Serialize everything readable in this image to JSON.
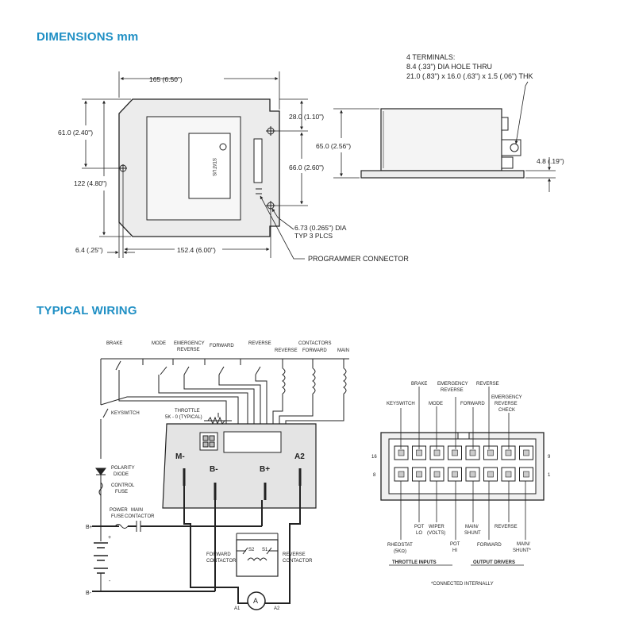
{
  "colors": {
    "heading": "#1f8fc4",
    "line": "#222222",
    "body_fill": "#ececec",
    "panel_fill": "#e4e4e4"
  },
  "dimensions": {
    "heading": "DIMENSIONS mm",
    "width_overall": "165 (6.50\")",
    "height_half": "61.0 (2.40\")",
    "height_overall": "122 (4.80\")",
    "mount_offset_top": "28.0 (1.10\")",
    "mount_spacing": "66.0 (2.60\")",
    "hole_size": "6.73 (0.265\") DIA",
    "hole_count": "TYP 3 PLCS",
    "edge_offset": "6.4 (.25\")",
    "hole_span": "152.4 (6.00\")",
    "status_label": "STATUS",
    "programmer_connector": "PROGRAMMER CONNECTOR",
    "side_height": "65.0 (2.56\")",
    "base_thickness": "4.8 (.19\")",
    "terminals": {
      "line1": "4 TERMINALS:",
      "line2": "8.4 (.33\") DIA HOLE THRU",
      "line3": "21.0 (.83\") x 16.0 (.63\") x 1.5 (.06\") THK"
    }
  },
  "wiring": {
    "heading": "TYPICAL WIRING",
    "switches": {
      "brake": "BRAKE",
      "mode": "MODE",
      "emergency_line1": "EMERGENCY",
      "emergency_line2": "REVERSE",
      "forward": "FORWARD",
      "reverse": "REVERSE"
    },
    "contactors": {
      "title": "CONTACTORS",
      "reverse": "REVERSE",
      "forward": "FORWARD",
      "main": "MAIN"
    },
    "keyswitch": "KEYSWITCH",
    "throttle_line1": "THROTTLE",
    "throttle_line2": "5K - 0 (TYPICAL)",
    "terminals": {
      "m_minus": "M-",
      "b_minus": "B-",
      "b_plus": "B+",
      "a2": "A2"
    },
    "polarity_diode_line1": "POLARITY",
    "polarity_diode_line2": "DIODE",
    "control_fuse_line1": "CONTROL",
    "control_fuse_line2": "FUSE",
    "power_fuse_line1": "POWER",
    "power_fuse_line2": "FUSE",
    "main_contactor_line1": "MAIN",
    "main_contactor_line2": "CONTACTOR",
    "battery_plus": "B+",
    "battery_minus": "B-",
    "plus_sign": "+",
    "minus_sign": "-",
    "forward_contactor_line1": "FORWARD",
    "forward_contactor_line2": "CONTACTOR",
    "reverse_contactor_line1": "REVERSE",
    "reverse_contactor_line2": "CONTACTOR",
    "s2": "S2",
    "s1": "S1",
    "armature": "A",
    "a1": "A1",
    "a2_label": "A2"
  },
  "connector": {
    "top_labels": {
      "keyswitch": "KEYSWITCH",
      "brake": "BRAKE",
      "mode": "MODE",
      "emergency_line1": "EMERGENCY",
      "emergency_line2": "REVERSE",
      "forward": "FORWARD",
      "reverse": "REVERSE",
      "check_line1": "EMERGENCY",
      "check_line2": "REVERSE",
      "check_line3": "CHECK"
    },
    "pin_16": "16",
    "pin_9": "9",
    "pin_8": "8",
    "pin_1": "1",
    "bottom_labels": {
      "rheostat_line1": "RHEOSTAT",
      "rheostat_line2": "(5KΩ)",
      "pot_lo_line1": "POT",
      "pot_lo_line2": "LO",
      "wiper_line1": "WIPER",
      "wiper_line2": "(VOLTS)",
      "pot_hi_line1": "POT",
      "pot_hi_line2": "HI",
      "main_shunt_line1": "MAIN/",
      "main_shunt_line2": "SHUNT",
      "forward": "FORWARD",
      "reverse": "REVERSE",
      "main_shunt2_line1": "MAIN/",
      "main_shunt2_line2": "SHUNT*"
    },
    "throttle_inputs": "THROTTLE  INPUTS",
    "output_drivers": "OUTPUT DRIVERS",
    "footnote": "*CONNECTED INTERNALLY"
  }
}
